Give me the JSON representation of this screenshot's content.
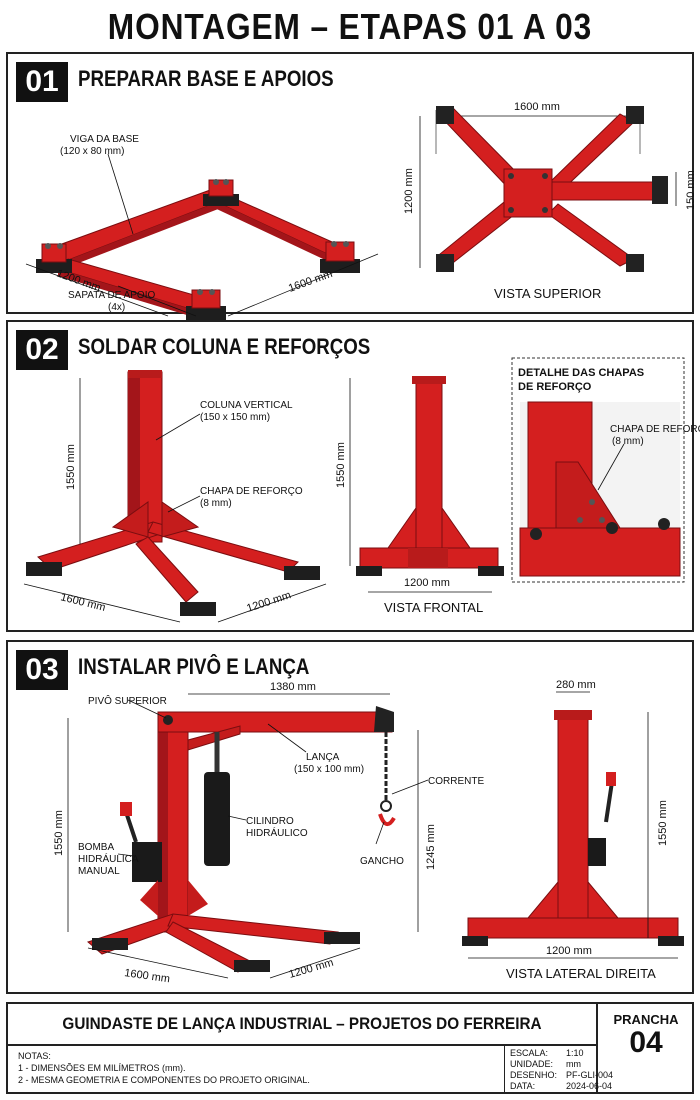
{
  "title": "MONTAGEM – ETAPAS 01 A 03",
  "colors": {
    "frame": "#d41f1f",
    "frame_dark": "#a3151a",
    "pad": "#1e1e1e",
    "bolt": "#555555",
    "cylinder": "#1a1a1a"
  },
  "steps": [
    {
      "number": "01",
      "title": "PREPARAR BASE E APOIOS",
      "labels": {
        "beam": "VIGA DA BASE",
        "beam_size": "(120 x 80 mm)",
        "pad": "SAPATA DE APOIO",
        "pad_count": "(4x)"
      },
      "dims": {
        "iso_left": "1200 mm",
        "iso_right": "1600 mm",
        "top_width": "1600 mm",
        "top_height": "1200 mm",
        "top_beam": "150 mm"
      },
      "view_label": "VISTA SUPERIOR"
    },
    {
      "number": "02",
      "title": "SOLDAR COLUNA E REFORÇOS",
      "labels": {
        "column": "COLUNA VERTICAL",
        "column_size": "(150 x 150 mm)",
        "plate": "CHAPA DE REFORÇO",
        "plate_size": "(8 mm)",
        "detail_title_1": "DETALHE DAS CHAPAS",
        "detail_title_2": "DE REFORÇO",
        "detail_plate": "CHAPA DE REFORÇO",
        "detail_plate_size": "(8 mm)"
      },
      "dims": {
        "iso_height": "1550 mm",
        "iso_left": "1600 mm",
        "iso_right": "1200 mm",
        "front_height": "1550 mm",
        "front_width": "1200 mm"
      },
      "view_label": "VISTA FRONTAL"
    },
    {
      "number": "03",
      "title": "INSTALAR PIVÔ E LANÇA",
      "labels": {
        "pivot": "PIVÔ SUPERIOR",
        "boom": "LANÇA",
        "boom_size": "(150 x 100 mm)",
        "chain": "CORRENTE",
        "cylinder_1": "CILINDRO",
        "cylinder_2": "HIDRÁULICO",
        "pump_1": "BOMBA",
        "pump_2": "HIDRÁULICA",
        "pump_3": "MANUAL",
        "hook": "GANCHO"
      },
      "dims": {
        "boom_length": "1380 mm",
        "height": "1550 mm",
        "hook_height": "1245 mm",
        "iso_left": "1600 mm",
        "iso_right": "1200 mm",
        "side_top": "280 mm",
        "side_height": "1550 mm",
        "side_width": "1200 mm"
      },
      "view_label": "VISTA LATERAL DIREITA"
    }
  ],
  "footer": {
    "title": "GUINDASTE DE LANÇA INDUSTRIAL – PROJETOS DO FERREIRA",
    "notes_header": "NOTAS:",
    "notes": [
      "1 - DIMENSÕES EM MILÍMETROS (mm).",
      "2 - MESMA GEOMETRIA E COMPONENTES DO PROJETO ORIGINAL."
    ],
    "meta": [
      {
        "key": "ESCALA:",
        "value": "1:10"
      },
      {
        "key": "UNIDADE:",
        "value": "mm"
      },
      {
        "key": "DESENHO:",
        "value": "PF-GLI-004"
      },
      {
        "key": "DATA:",
        "value": "2024-06-04"
      }
    ],
    "sheet_label": "PRANCHA",
    "sheet_number": "04"
  }
}
